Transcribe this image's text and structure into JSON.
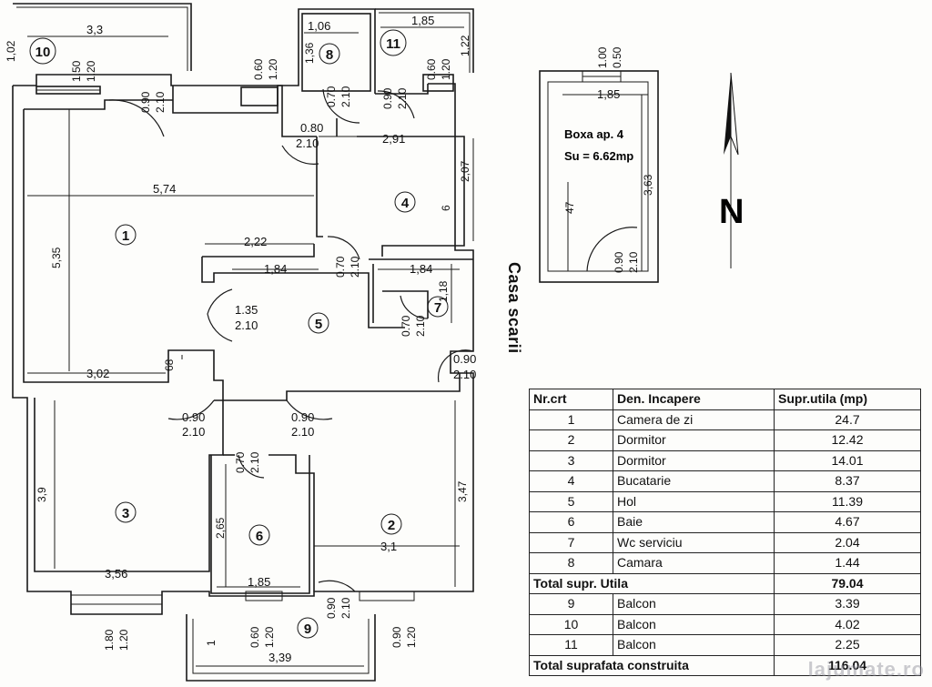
{
  "rooms": [
    {
      "num": "1"
    },
    {
      "num": "2"
    },
    {
      "num": "3"
    },
    {
      "num": "4"
    },
    {
      "num": "5"
    },
    {
      "num": "6"
    },
    {
      "num": "7"
    },
    {
      "num": "8"
    },
    {
      "num": "9"
    },
    {
      "num": "10"
    },
    {
      "num": "11"
    }
  ],
  "dimensions": {
    "d_3_3": "3,3",
    "d_1_02": "1,02",
    "d_1_50": "1.50",
    "d_1_20_a": "1.20",
    "d_0_90_a": "0.90",
    "d_2_10_a": "2.10",
    "d_0_60_a": "0.60",
    "d_1_20_b": "1.20",
    "d_1_06": "1,06",
    "d_1_36": "1,36",
    "d_0_70_a": "0.70",
    "d_2_10_b": "2.10",
    "d_1_85_top": "1,85",
    "d_1_22": "1,22",
    "d_0_60_b": "0.60",
    "d_1_20_c": "1.20",
    "d_0_90_b": "0.90",
    "d_2_10_c": "2.10",
    "d_0_80": "0.80",
    "d_2_10_d": "2.10",
    "d_2_91": "2,91",
    "d_5_74": "5,74",
    "d_2_07": "2,07",
    "d_6": "6",
    "d_5_35": "5,35",
    "d_2_22": "2,22",
    "d_0_70_b": "0.70",
    "d_2_10_e": "2.10",
    "d_1_84_a": "1,84",
    "d_1_84_b": "1,84",
    "d_1_18": "1,18",
    "d_1_35": "1.35",
    "d_2_10_f": "2.10",
    "d_0_70_c": "0.70",
    "d_2_10_g": "2.10",
    "d_3_02": "3,02",
    "d_68": "68",
    "d_0_90_c": "0.90",
    "d_2_10_h": "2.10",
    "d_0_90_d": "0.90",
    "d_2_10_i": "2.10",
    "d_0_90_e": "0.90",
    "d_2_10_j": "2.10",
    "d_0_70_d": "0.70",
    "d_2_10_k": "2.10",
    "d_3_9": "3,9",
    "d_3_47": "3,47",
    "d_2_65": "2,65",
    "d_3_1": "3,1",
    "d_3_56": "3,56",
    "d_1_85_b": "1,85",
    "d_1_80": "1.80",
    "d_1_20_d": "1.20",
    "d_0_60_c": "0.60",
    "d_1_20_e": "1.20",
    "d_0_90_f": "0.90",
    "d_2_10_l": "2.10",
    "d_0_90_g": "0.90",
    "d_1_20_f": "1.20",
    "d_1": "1",
    "d_3_39": "3,39"
  },
  "storage_box": {
    "title": "Boxa ap. 4",
    "area": "Su = 6.62mp",
    "d_1_00": "1.00",
    "d_0_50": "0.50",
    "d_1_85": "1,85",
    "d_3_63": "3,63",
    "d_47": "47",
    "d_0_90": "0.90",
    "d_2_10": "2.10"
  },
  "compass": {
    "label": "N"
  },
  "stair_label": "Casa scarii",
  "table": {
    "headers": [
      "Nr.crt",
      "Den. Incapere",
      "Supr.utila (mp)"
    ],
    "rows": [
      [
        "1",
        "Camera de zi",
        "24.7"
      ],
      [
        "2",
        "Dormitor",
        "12.42"
      ],
      [
        "3",
        "Dormitor",
        "14.01"
      ],
      [
        "4",
        "Bucatarie",
        "8.37"
      ],
      [
        "5",
        "Hol",
        "11.39"
      ],
      [
        "6",
        "Baie",
        "4.67"
      ],
      [
        "7",
        "Wc serviciu",
        "2.04"
      ],
      [
        "8",
        "Camara",
        "1.44"
      ]
    ],
    "total_useful_label": "Total supr. Utila",
    "total_useful_value": "79.04",
    "balcony_rows": [
      [
        "9",
        "Balcon",
        "3.39"
      ],
      [
        "10",
        "Balcon",
        "4.02"
      ],
      [
        "11",
        "Balcon",
        "2.25"
      ]
    ],
    "total_built_label": "Total suprafata construita",
    "total_built_value": "116.04"
  },
  "watermark": "lajumate.ro"
}
